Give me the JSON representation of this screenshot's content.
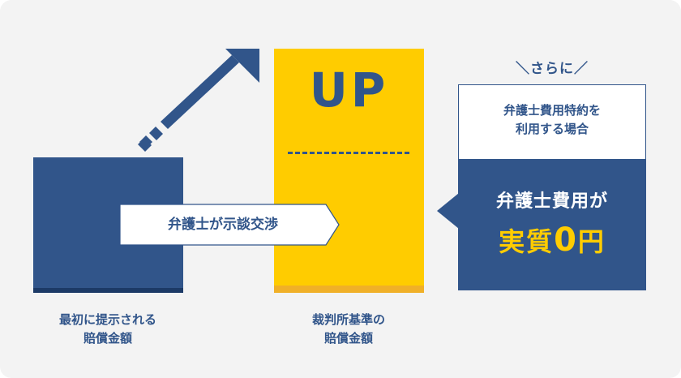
{
  "left_bar": {
    "caption_line1": "最初に提示される",
    "caption_line2": "賠償金額"
  },
  "middle_bar": {
    "up_label": "UP",
    "caption_line1": "裁判所基準の",
    "caption_line2": "賠償金額"
  },
  "negotiation": {
    "label": "弁護士が示談交渉"
  },
  "right_panel": {
    "lead_text": "＼さらに／",
    "condition_line1": "弁護士費用特約を",
    "condition_line2": "利用する場合",
    "result_line1": "弁護士費用が",
    "result_pre": "実質",
    "result_zero": "0",
    "result_post": "円"
  },
  "colors": {
    "navy": "#31558a",
    "navy_dark": "#1c3a66",
    "yellow": "#ffcc00",
    "yellow_dark": "#f0b028",
    "background": "#f3f3f3",
    "white": "#ffffff"
  }
}
